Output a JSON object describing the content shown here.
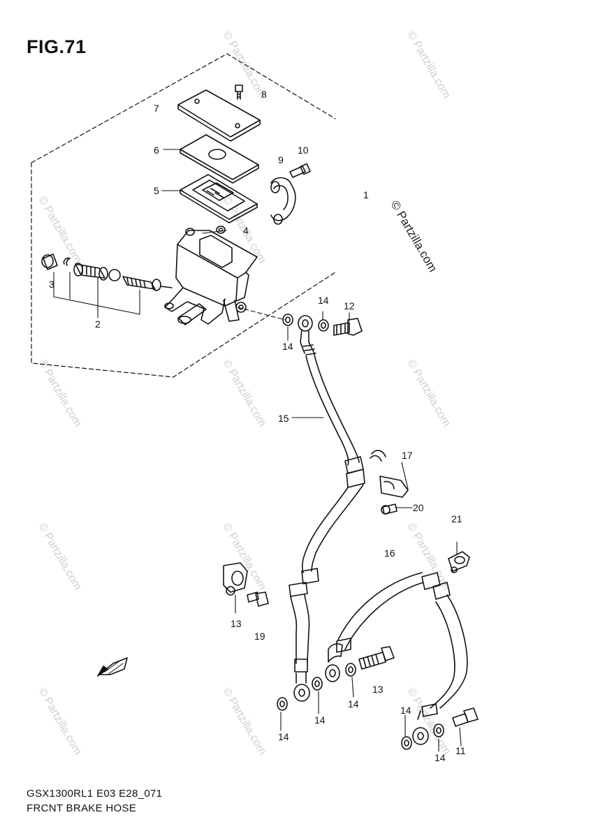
{
  "figure_title": "FIG.71",
  "footer": {
    "model_code": "GSX1300RL1 E03 E28_071",
    "diagram_name": "FRCNT BRAKE HOSE"
  },
  "copyright": "© Partzilla.com",
  "watermark": "© Partzilla.com",
  "callouts": [
    "8",
    "7",
    "6",
    "10",
    "9",
    "5",
    "1",
    "4",
    "3",
    "2",
    "14",
    "12",
    "14",
    "15",
    "17",
    "20",
    "21",
    "16",
    "13",
    "19",
    "14",
    "13",
    "14",
    "14",
    "14",
    "11",
    "14"
  ]
}
